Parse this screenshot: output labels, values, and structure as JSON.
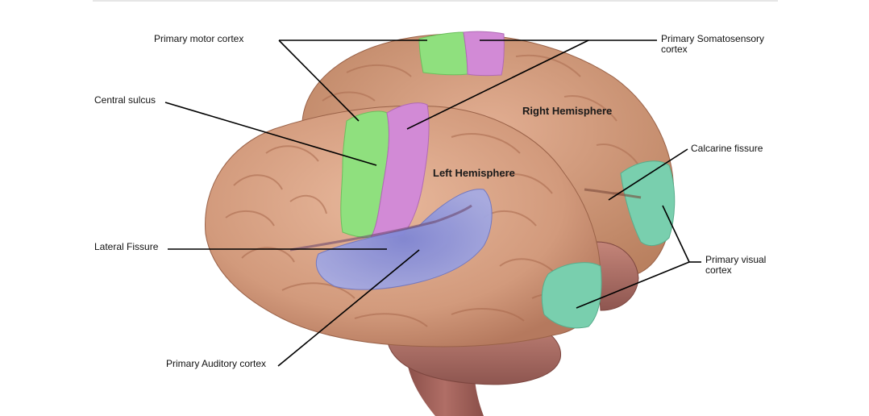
{
  "labels": {
    "primary_motor_cortex": "Primary motor cortex",
    "primary_somatosensory_cortex_line1": "Primary Somatosensory",
    "primary_somatosensory_cortex_line2": "cortex",
    "central_sulcus": "Central sulcus",
    "calcarine_fissure": "Calcarine fissure",
    "lateral_fissure": "Lateral Fissure",
    "primary_visual_cortex_line1": "Primary visual",
    "primary_visual_cortex_line2": "cortex",
    "primary_auditory_cortex": "Primary Auditory cortex"
  },
  "hemispheres": {
    "right": "Right Hemisphere",
    "left": "Left Hemisphere"
  },
  "colors": {
    "brain_tissue": "#d9a386",
    "motor_green": "#8fe07e",
    "somatosensory_pink": "#d28ad6",
    "auditory_blue": "#8c93d8",
    "visual_teal": "#79cfae",
    "cerebellum": "#b07068",
    "brainstem": "#9e5f58"
  }
}
